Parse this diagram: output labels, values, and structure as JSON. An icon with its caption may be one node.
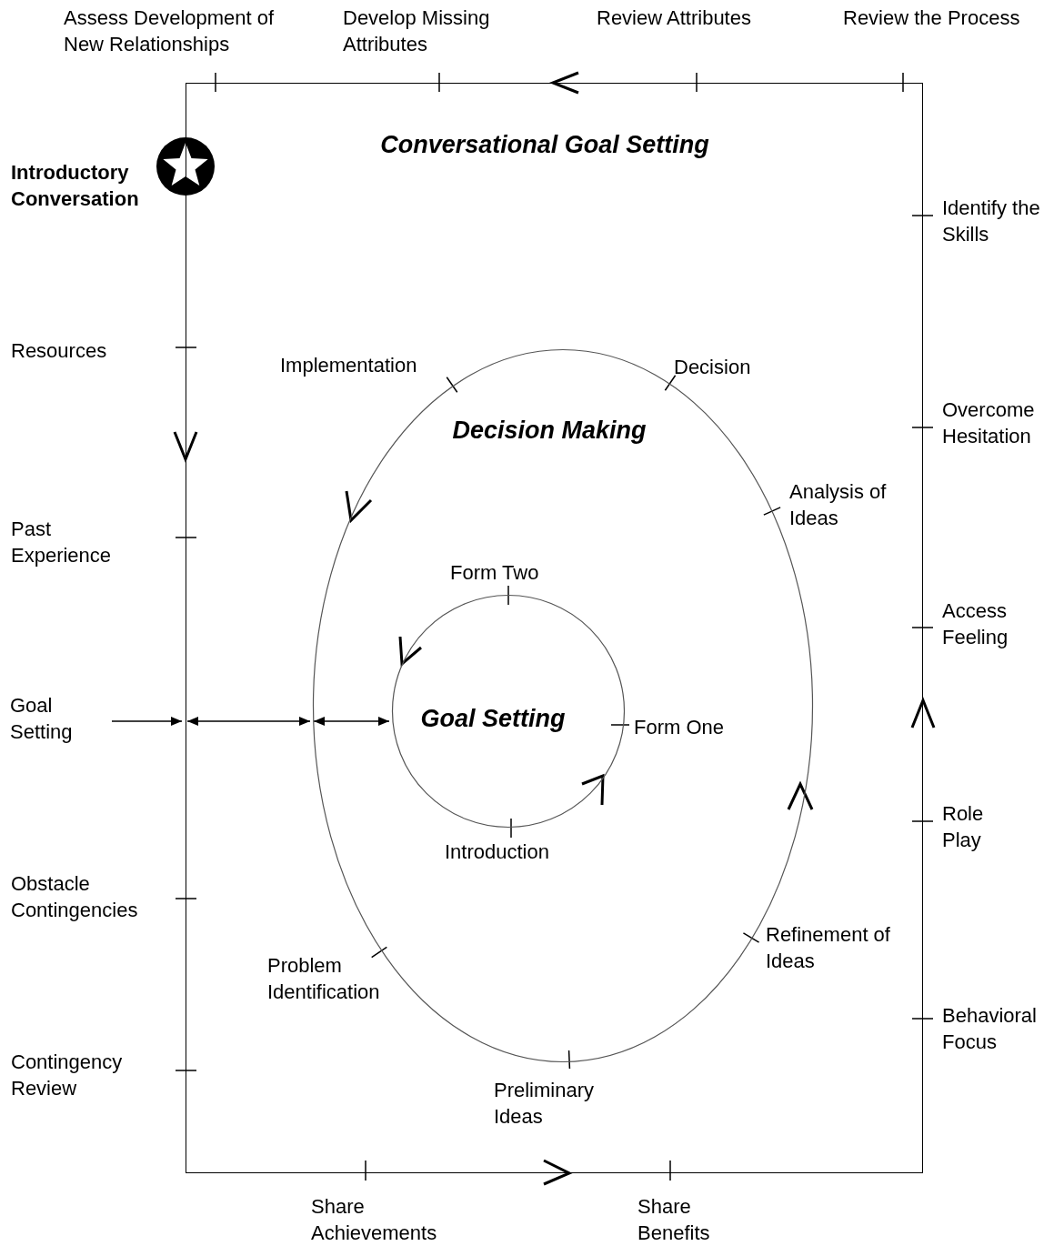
{
  "diagram": {
    "nodes": [
      {
        "text": [
          "Conversational Goal Setting"
        ],
        "beside": [
          "Introductory Conversation",
          "Resources",
          "Past Experience",
          "Obstacle Contingencies",
          "Contingency Review",
          "Share Achievements",
          "Share Benefits",
          "Behavioral Focus",
          "Role Play",
          "Access Feeling",
          "Overcome Hesitation",
          "Identify the Skills",
          "Review the Process",
          "Review Attributes",
          "Develop Missing Attributes",
          "Assess Development of New Relationships"
        ]
      },
      {
        "text": [
          "Decision Making"
        ],
        "in": 0,
        "beside": [
          "Problem Identification",
          "Preliminary Ideas",
          "Refinement of Ideas",
          "Analysis of Ideas",
          "Decision",
          "Implementation"
        ]
      },
      {
        "text": [
          "Goal Setting"
        ],
        "in": 1,
        "beside": [
          "Introduction",
          "Form One",
          "Form Two"
        ]
      },
      {
        "text": [
          "Goal Setting"
        ]
      }
    ],
    "edges": [
      {
        "from": 3,
        "to": 0,
        "arrow": "to"
      },
      {
        "from": 0,
        "to": 1,
        "arrow": "both"
      },
      {
        "from": 1,
        "to": 2,
        "arrow": "both"
      }
    ]
  }
}
